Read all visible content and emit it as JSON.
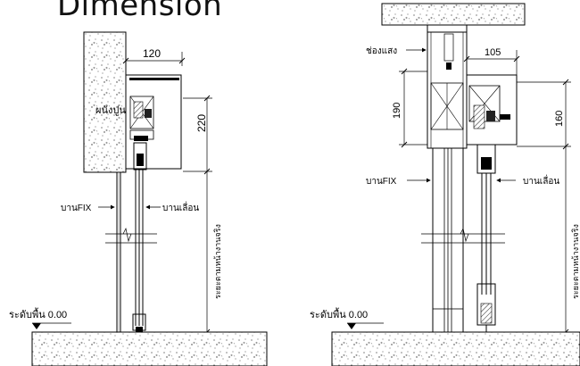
{
  "title": "Dimension",
  "left_detail": {
    "dim_top": "120",
    "dim_side": "220",
    "label_wall": "ผนังปูน",
    "label_fix": "บานFIX",
    "label_sliding": "บานเลื่อน",
    "label_height": "ระยะตามหน้างานจริง",
    "label_floor": "ระดับพื้น 0.00"
  },
  "right_detail": {
    "dim_top": "105",
    "dim_left": "190",
    "dim_right": "160",
    "label_opening": "ช่องแสง",
    "label_fix": "บานFIX",
    "label_sliding": "บานเลื่อน",
    "label_height": "ระยะตามหน้างานจริง",
    "label_floor": "ระดับพื้น 0.00"
  }
}
